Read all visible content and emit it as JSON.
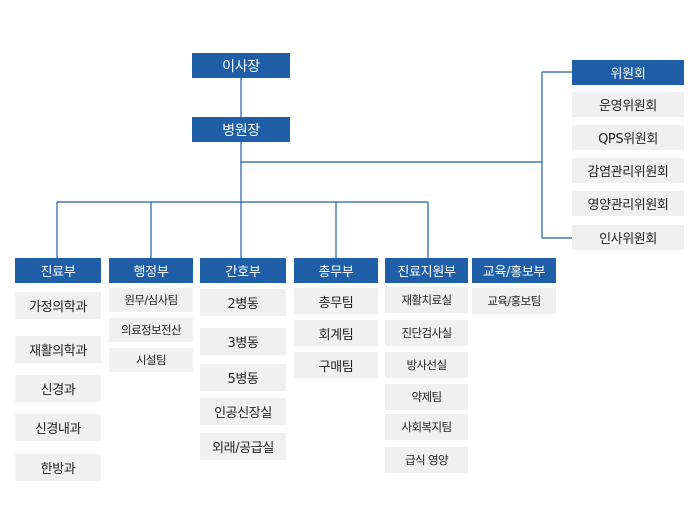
{
  "top": {
    "chairman": "이사장",
    "director": "병원장"
  },
  "committee": {
    "title": "위원회",
    "items": [
      "운영위원회",
      "QPS위원회",
      "감염관리위원회",
      "영양관리위원회",
      "인사위원회"
    ]
  },
  "departments": [
    {
      "title": "진료부",
      "items": [
        "가정의학과",
        "재활의학과",
        "신경과",
        "신경내과",
        "한방과"
      ]
    },
    {
      "title": "행정부",
      "items": [
        "원무/심사팀",
        "의료정보전산",
        "시설팀"
      ]
    },
    {
      "title": "간호부",
      "items": [
        "2병동",
        "3병동",
        "5병동",
        "인공신장실",
        "외래/공급실"
      ]
    },
    {
      "title": "총무부",
      "items": [
        "총무팀",
        "회계팀",
        "구매팀"
      ]
    },
    {
      "title": "진료지원부",
      "items": [
        "재활치료실",
        "진단검사실",
        "방사선실",
        "약제팀",
        "사회복지팀",
        "급식 영양"
      ]
    },
    {
      "title": "교육/홍보부",
      "items": [
        "교육/홍보팀"
      ]
    }
  ],
  "colors": {
    "header": "#1f5fa7",
    "subBox": "#f0f0f0",
    "line": "#1f5fa7"
  }
}
